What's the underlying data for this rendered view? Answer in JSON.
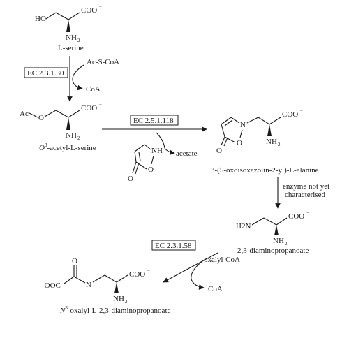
{
  "compounds": {
    "serine": {
      "ho": "HO",
      "coo": "COO",
      "nh2": "NH",
      "name": "L-serine"
    },
    "acetylserine": {
      "ac": "Ac",
      "o": "O",
      "coo": "COO",
      "nh2": "NH",
      "name": "O3-acetyl-L-serine"
    },
    "isoxazolinone": {
      "nh": "NH",
      "o_ring": "O",
      "o_keto": "O"
    },
    "oxoisoxazolinylalanine": {
      "n": "N",
      "o_ring": "O",
      "o_keto": "O",
      "coo": "COO",
      "nh2": "NH",
      "name": "3-(5-oxoisoxazolin-2-yl)-L-alanine"
    },
    "diaminopropanoate": {
      "h2n": "H2N",
      "coo": "COO",
      "nh2": "NH",
      "name": "2,3-diaminopropanoate"
    },
    "oxalyldap": {
      "ooc": "-OOC",
      "o": "O",
      "n": "N",
      "coo": "COO",
      "nh2": "NH",
      "name": "N3-oxalyl-L-2,3-diaminopropanoate"
    }
  },
  "steps": {
    "step1": {
      "ec": "EC 2.3.1.30",
      "in": "Ac-S-CoA",
      "out": "CoA"
    },
    "step2": {
      "ec": "EC 2.5.1.118",
      "out": "acetate"
    },
    "step3": {
      "note_line1": "enzyme not yet",
      "note_line2": "characterised"
    },
    "step4": {
      "ec": "EC 2.3.1.58",
      "in": "oxalyl-CoA",
      "out": "CoA"
    }
  }
}
